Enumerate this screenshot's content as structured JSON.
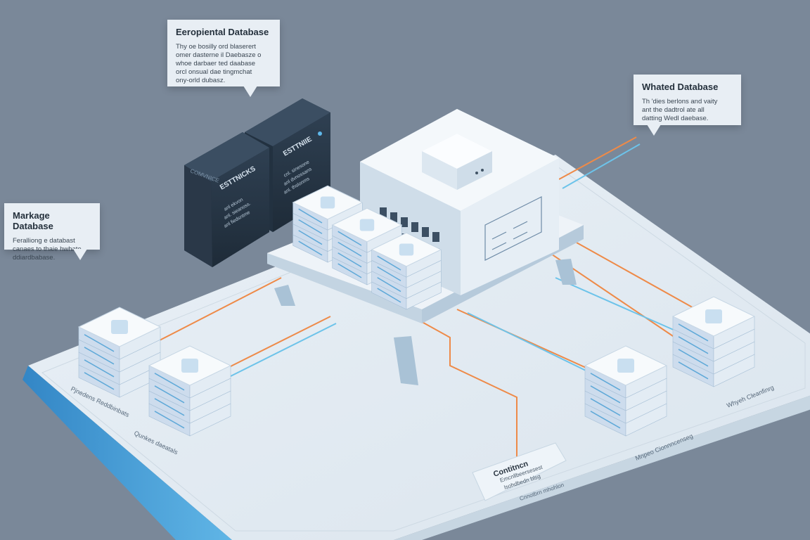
{
  "callouts": {
    "top": {
      "title": "Eeropiental Database",
      "desc": "Thy oe bosilly ord blaserert\nomer dasterne il Daebasze o\nwhoe darbaer ted daabase\norcl onsual dae tingmchat\nony-orld dubasz."
    },
    "right": {
      "title": "Whated Database",
      "desc": "Th 'dies berlons and vaity\nant the dadtrol ate all\ndatting Wedl daebase."
    },
    "left": {
      "title": "Markage Database",
      "desc": "Feralliong e databast\ncanaes to thaie hwhate\nddiardbabase."
    }
  },
  "racks": {
    "front_label": "ESTTNICKS",
    "back_label": "ESTTNIIE",
    "side_label": "COMVNICE",
    "front_caption": "anl ekvon\nanl. sieanoss.\nanl fiedsntme",
    "back_caption": "cnl. sinesone\nanl dvnossans\nanl. thslonms"
  },
  "node_labels": {
    "left_a": "Pjnedens Reddbinbats",
    "left_b": "Qunkes daeatals",
    "right_a": "Whyeh Cleanfinrg",
    "right_b": "Mnpeo Cionnncenseg"
  },
  "legend_box": {
    "title": "Contitncn",
    "line1": "Emcnllbeersesest",
    "line2": "lsohdbedn blsg",
    "footer": "Cnnotbrn mhohlon"
  },
  "colors": {
    "background": "#7a8899",
    "platform": "#e3ebf2",
    "platform_edge": "#3d9ad6",
    "accent_orange": "#ee8a48",
    "accent_blue": "#6cc3ea",
    "dark_rack": "#2b3a4a"
  }
}
